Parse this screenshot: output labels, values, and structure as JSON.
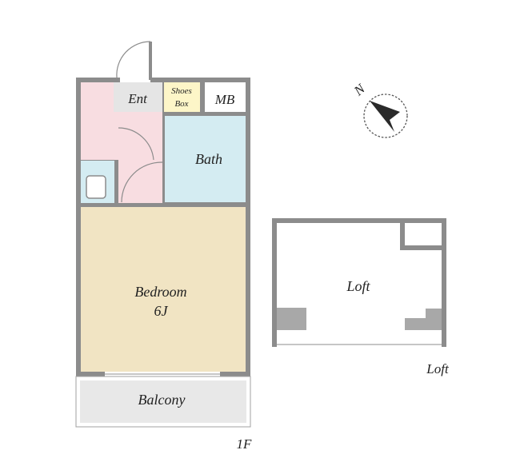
{
  "floor_1f": {
    "entrance": "Ent",
    "shoes_box_line1": "Shoes",
    "shoes_box_line2": "Box",
    "meter_box": "MB",
    "bath": "Bath",
    "bedroom": "Bedroom",
    "bedroom_size": "6J",
    "balcony": "Balcony",
    "floor_label": "1F"
  },
  "loft": {
    "room_label": "Loft",
    "floor_label": "Loft"
  },
  "compass": {
    "north": "N"
  },
  "colors": {
    "wall": "#8c8c8c",
    "bedroom": "#f1e4c3",
    "bath": "#d4ecf2",
    "hallway": "#f8dde1",
    "entrance": "#e5e5e5",
    "shoes_box": "#fdf6c8",
    "balcony": "#e8e8e8",
    "sink": "#d4ecf2",
    "stair": "#a8a8a8"
  }
}
